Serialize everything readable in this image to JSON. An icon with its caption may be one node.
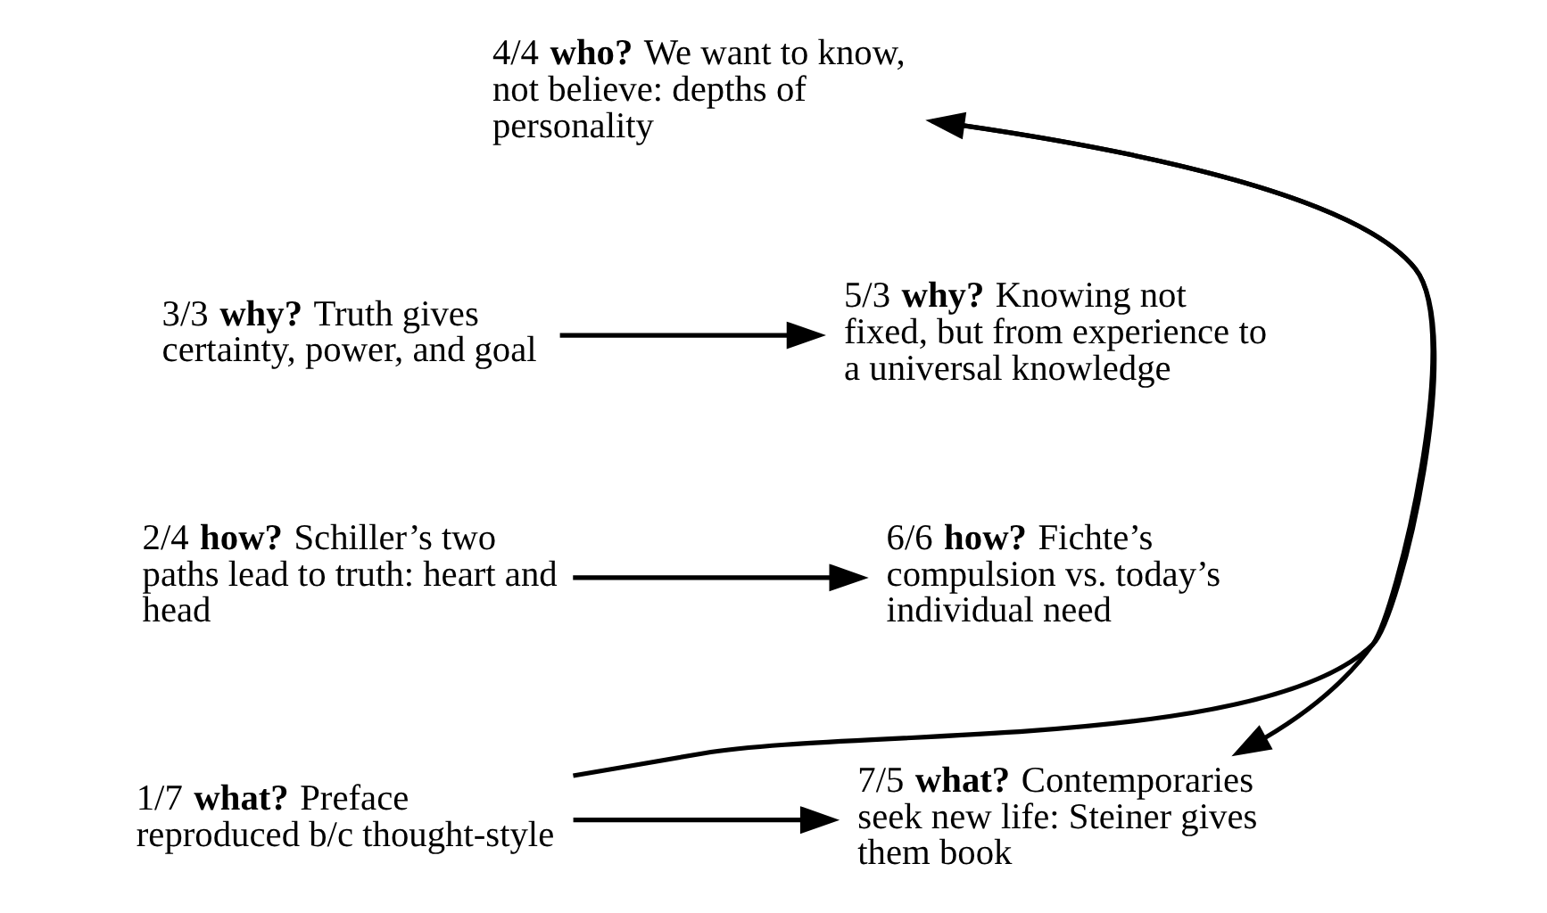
{
  "diagram": {
    "nodes": [
      {
        "text": [
          "4/4 **who?** We want to know, not believe: depths of personality"
        ]
      },
      {
        "text": [
          "3/3 **why?** Truth gives certainty, power, and goal"
        ]
      },
      {
        "text": [
          "5/3 **why?** Knowing not fixed, but from experience to a universal knowledge"
        ]
      },
      {
        "text": [
          "2/4 **how?** Schiller’s two paths lead to truth: heart and head"
        ]
      },
      {
        "text": [
          "6/6 **how?** Fichte’s compulsion vs. today’s individual need"
        ]
      },
      {
        "text": [
          "1/7 **what?** Preface reproduced b/c thought-style"
        ]
      },
      {
        "text": [
          "7/5 **what?** Contemporaries seek new life: Steiner gives them book"
        ]
      }
    ],
    "edges": [
      {
        "from": 5,
        "to": 0,
        "arrow": "to"
      },
      {
        "from": 0,
        "to": 6,
        "arrow": "to"
      },
      {
        "from": 1,
        "to": 2,
        "arrow": "to"
      },
      {
        "from": 3,
        "to": 4,
        "arrow": "to"
      },
      {
        "from": 5,
        "to": 6,
        "arrow": "to"
      }
    ]
  }
}
